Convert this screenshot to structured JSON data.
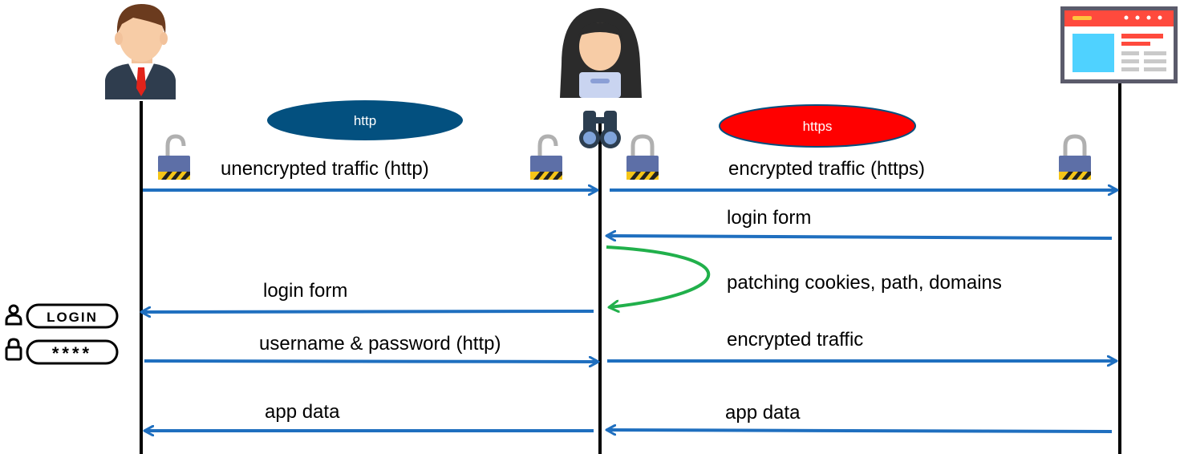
{
  "protocols": {
    "left": "http",
    "right": "https"
  },
  "messages": {
    "unencrypted": "unencrypted traffic (http)",
    "encrypted_https": "encrypted traffic (https)",
    "login_form_server": "login form",
    "patching": "patching cookies, path, domains",
    "login_form_victim": "login form",
    "credentials": "username & password (http)",
    "encrypted": "encrypted traffic",
    "app_data_left": "app data",
    "app_data_right": "app data"
  },
  "credentials_widget": {
    "login_label": "LOGIN",
    "password_mask": "****"
  },
  "actors": {
    "victim_icon": "businessman-icon",
    "attacker_icon": "hooded-hacker-icon",
    "eavesdrop_icon": "binoculars-icon",
    "server_icon": "web-page-icon"
  },
  "colors": {
    "arrow": "#1f6fbf",
    "patch_arrow": "#21b04b",
    "http_pill": "#03507f",
    "https_pill": "#ff0000",
    "lifeline": "#000000"
  }
}
